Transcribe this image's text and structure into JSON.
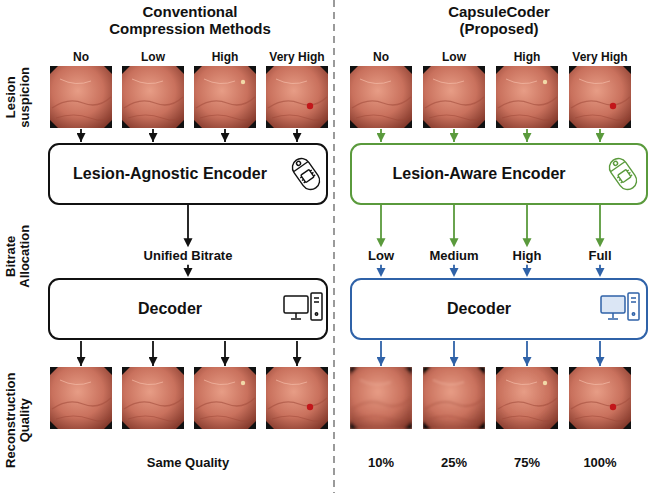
{
  "diagram": {
    "nodes": [
      {
        "text": [
          "Lesion-Agnostic Encoder"
        ]
      },
      {
        "text": [
          "Lesion-Aware Encoder"
        ]
      },
      {
        "text": [
          "Decoder"
        ]
      },
      {
        "text": [
          "Decoder"
        ]
      }
    ],
    "edges": [
      {
        "from": 0,
        "to": 2,
        "label": "Unified Bitrate",
        "arrow": "to"
      },
      {
        "from": 1,
        "to": 3,
        "label": "Low",
        "arrow": "to"
      },
      {
        "from": 1,
        "to": 3,
        "label": "Medium",
        "arrow": "to"
      },
      {
        "from": 1,
        "to": 3,
        "label": "High",
        "arrow": "to"
      },
      {
        "from": 1,
        "to": 3,
        "label": "Full",
        "arrow": "to"
      }
    ],
    "labels": [
      "Conventional Compression Methods",
      "CapsuleCoder (Proposed)",
      "Lesion suspicion",
      "No",
      "Low",
      "High",
      "Very High",
      "No",
      "Low",
      "High",
      "Very High",
      "Bitrate Allocation",
      "Reconstruction Quality",
      "Same Quality",
      "10%",
      "25%",
      "75%",
      "100%"
    ]
  }
}
